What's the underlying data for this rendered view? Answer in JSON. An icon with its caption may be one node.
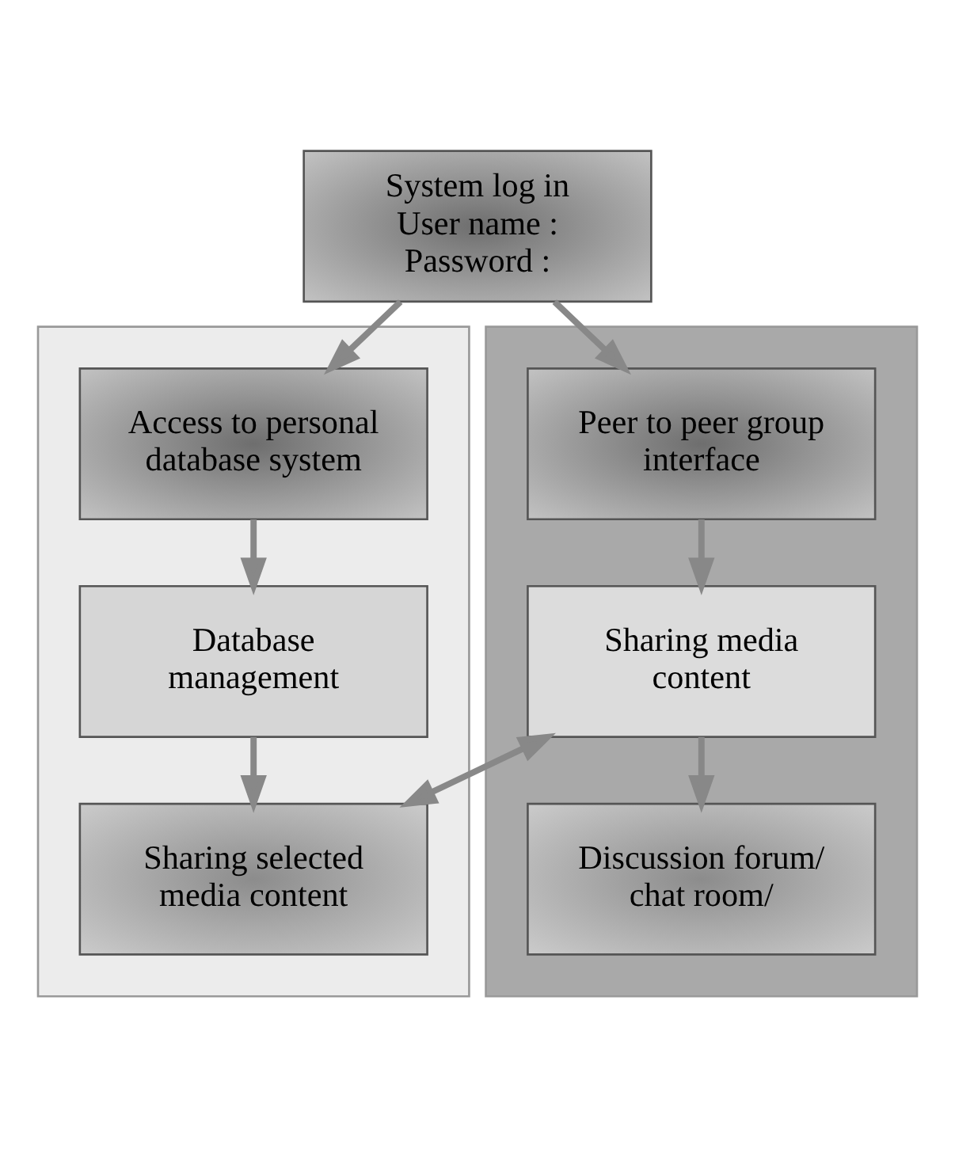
{
  "diagram": {
    "nodes": [
      {
        "text": [
          "System log in",
          "User name :",
          "Password :"
        ]
      },
      {
        "text": [],
        "shape": "box"
      },
      {
        "text": [],
        "shape": "box"
      },
      {
        "text": [
          "Access to personal database system"
        ],
        "in": 1
      },
      {
        "text": [
          "Database management"
        ],
        "in": 1
      },
      {
        "text": [
          "Sharing selected media content"
        ],
        "in": 1
      },
      {
        "text": [
          "Peer to peer group interface"
        ],
        "in": 2
      },
      {
        "text": [
          "Sharing media content"
        ],
        "in": 2
      },
      {
        "text": [
          "Discussion forum/ chat room/"
        ],
        "in": 2
      }
    ],
    "edges": [
      {
        "from": 0,
        "to": 3,
        "arrow": "to"
      },
      {
        "from": 0,
        "to": 6,
        "arrow": "to"
      },
      {
        "from": 3,
        "to": 4,
        "arrow": "to"
      },
      {
        "from": 4,
        "to": 5,
        "arrow": "to"
      },
      {
        "from": 6,
        "to": 7,
        "arrow": "to"
      },
      {
        "from": 7,
        "to": 8,
        "arrow": "to"
      },
      {
        "from": 5,
        "to": 7,
        "arrow": "both"
      }
    ]
  }
}
